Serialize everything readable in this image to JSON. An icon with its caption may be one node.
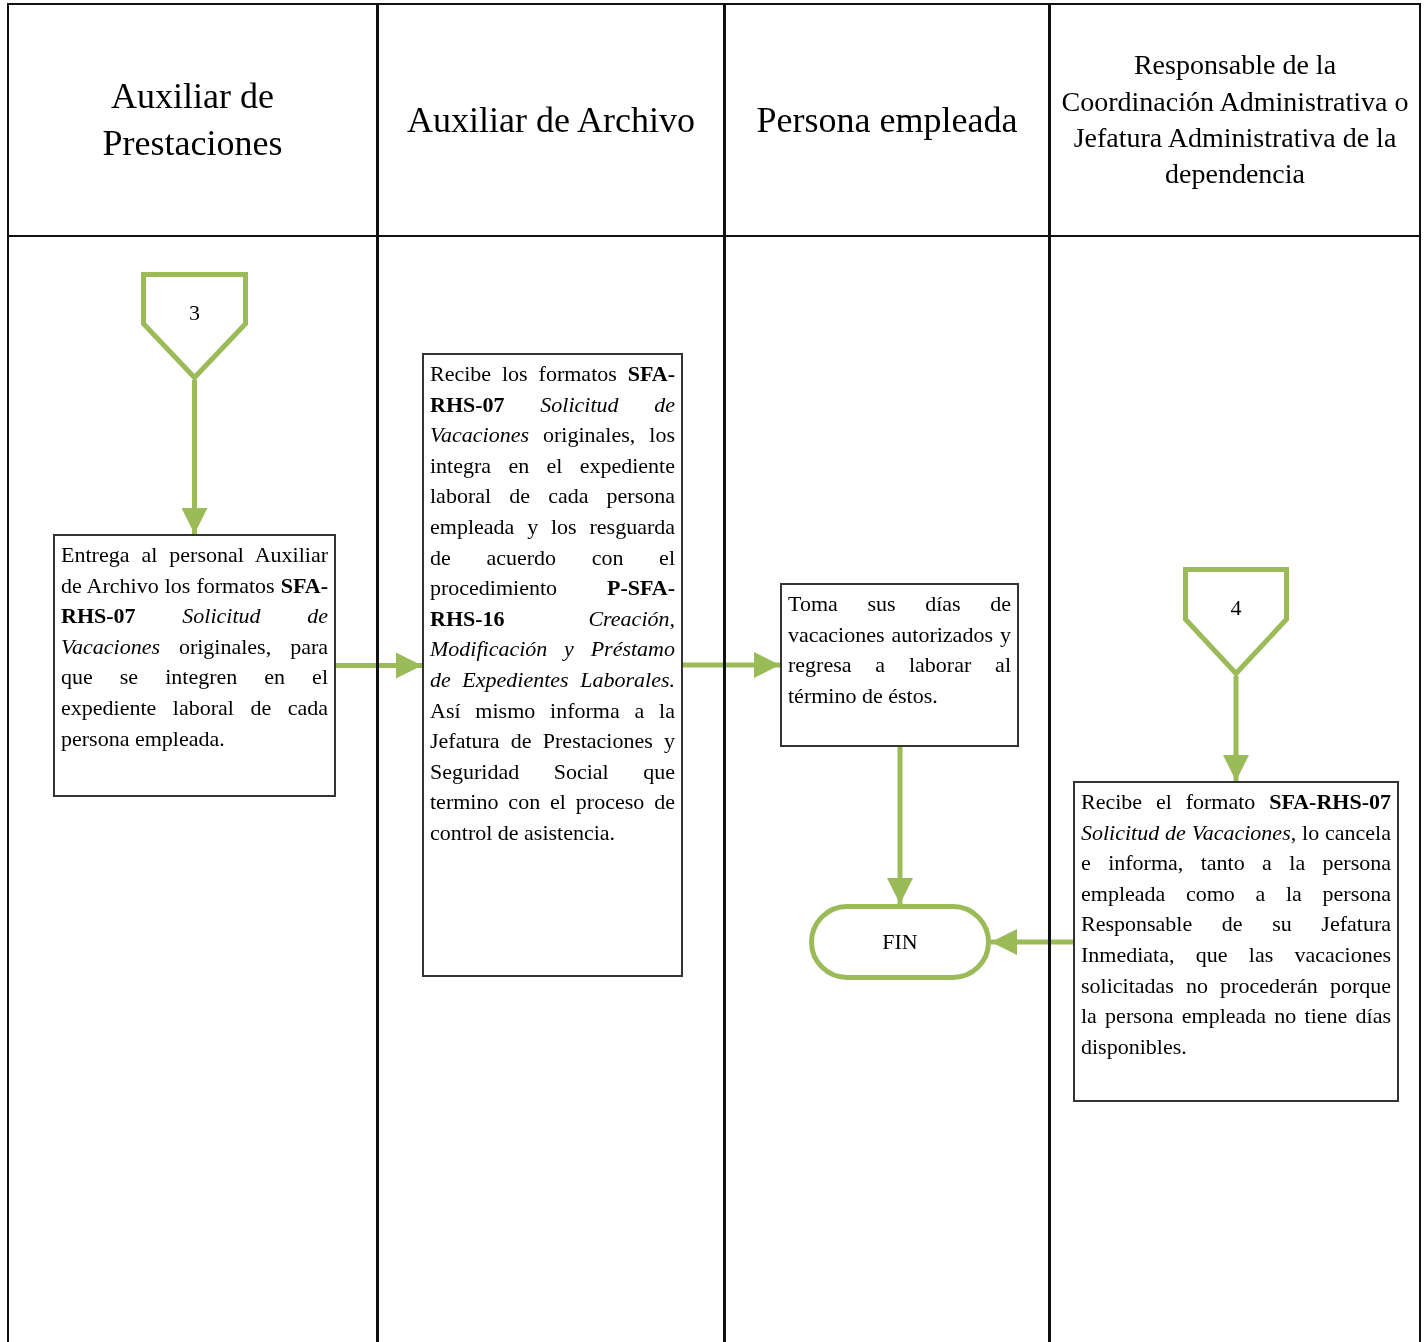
{
  "diagram": {
    "nodes": [
      {
        "text": [
          "Auxiliar de Prestaciones"
        ]
      },
      {
        "text": [
          "Auxiliar de Archivo"
        ]
      },
      {
        "text": [
          "Persona empleada"
        ]
      },
      {
        "text": [
          "Responsable de la Coordinación Administrativa o Jefatura Administrativa de la dependencia"
        ]
      },
      {
        "text": [
          "3"
        ],
        "in": 0
      },
      {
        "text": [
          "Entrega al personal Auxiliar de Archivo los formatos **SFA-RHS-07** *Solicitud de Vacaciones* originales, para que se integren en el expediente laboral de cada persona empleada."
        ],
        "in": 0
      },
      {
        "text": [
          "Recibe los formatos **SFA-RHS-07** *Solicitud de Vacaciones* originales, los integra en el expediente laboral de cada persona empleada y los resguarda de acuerdo con el procedimiento **P-SFA-RHS-16** *Creación, Modificación y Préstamo de Expedientes Laborales.* Así mismo informa a la Jefatura de Prestaciones y Seguridad Social que termino con el proceso de control de asistencia."
        ],
        "in": 1
      },
      {
        "text": [
          "Toma sus días de vacaciones autorizados y regresa a laborar al término de éstos."
        ],
        "in": 2
      },
      {
        "text": [
          "FIN"
        ],
        "in": 2
      },
      {
        "text": [
          "4"
        ],
        "in": 3
      },
      {
        "text": [
          "Recibe el formato **SFA-RHS-07** *Solicitud de Vacaciones*, lo cancela e informa, tanto a la persona empleada como a la persona Responsable de su Jefatura Inmediata, que las vacaciones solicitadas no procederán porque la persona empleada no tiene días disponibles."
        ],
        "in": 3
      }
    ],
    "edges": [
      {
        "from": 4,
        "to": 5,
        "arrow": "to"
      },
      {
        "from": 5,
        "to": 6,
        "arrow": "to"
      },
      {
        "from": 6,
        "to": 7,
        "arrow": "to"
      },
      {
        "from": 7,
        "to": 8,
        "arrow": "to"
      },
      {
        "from": 9,
        "to": 10,
        "arrow": "to"
      },
      {
        "from": 10,
        "to": 8,
        "arrow": "to"
      }
    ]
  }
}
